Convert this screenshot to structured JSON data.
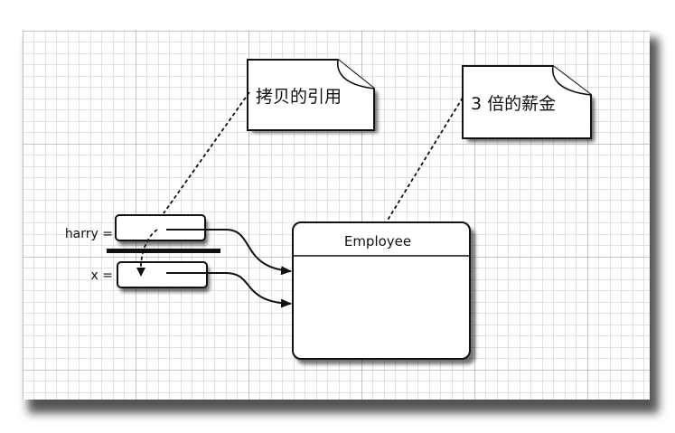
{
  "labels": {
    "harry": "harry =",
    "x": "x =",
    "employee": "Employee",
    "note_copy": "拷贝的引用",
    "note_salary": "3 倍的薪金"
  },
  "colors": {
    "paper": "#ffffff",
    "grid_minor": "#c4c4c4",
    "grid_major": "#8f8f8f",
    "ink": "#111111",
    "shadow": "#1c1c1c"
  }
}
